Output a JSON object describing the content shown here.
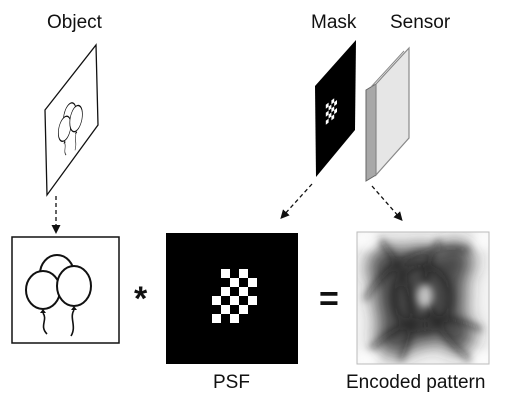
{
  "labels": {
    "object": "Object",
    "mask": "Mask",
    "sensor": "Sensor",
    "psf": "PSF",
    "encoded": "Encoded pattern"
  },
  "operators": {
    "convolve": "*",
    "equals": "="
  },
  "colors": {
    "ink": "#111111",
    "mask": "#000000",
    "sensor_face": "#e6e6e6",
    "sensor_edge": "#a8a8a8",
    "background": "#ffffff"
  },
  "icons": {
    "object_plane": "balloons-outline-icon",
    "object_image": "balloons-outline-icon"
  }
}
